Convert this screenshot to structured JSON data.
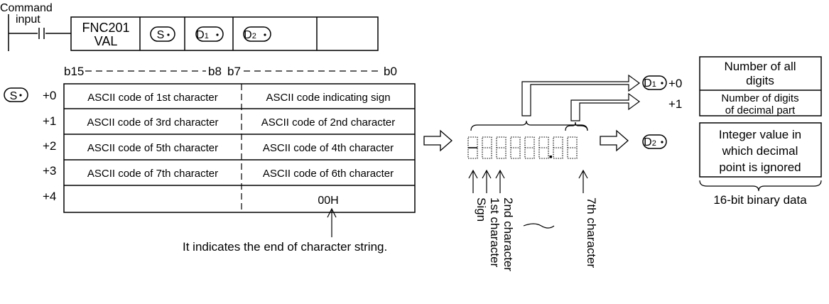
{
  "ladder": {
    "contact_label": [
      "Command",
      "input"
    ],
    "instruction": [
      "FNC201",
      "VAL"
    ],
    "operand_s": "S",
    "operand_d1_letter": "D",
    "operand_d1_sub": "1",
    "operand_d2_letter": "D",
    "operand_d2_sub": "2"
  },
  "bit_header": {
    "b15": "b15",
    "b8": "b8",
    "b7": "b7",
    "b0": "b0"
  },
  "source_table": {
    "operand": "S",
    "offsets": [
      "+0",
      "+1",
      "+2",
      "+3",
      "+4"
    ],
    "high_bytes": [
      "ASCII code of 1st character",
      "ASCII code of 3rd character",
      "ASCII code of 5th character",
      "ASCII code of 7th character",
      ""
    ],
    "low_bytes": [
      "ASCII code indicating sign",
      "ASCII code of 2nd character",
      "ASCII code of 4th character",
      "ASCII code of 6th character",
      "00H"
    ],
    "end_note": "It indicates the end of character string."
  },
  "display": {
    "digit_count": 8,
    "decimal_point_after_digit": 6,
    "labels": [
      "Sign",
      "1st character",
      "2nd character",
      "7th character"
    ]
  },
  "d1_table": {
    "operand_letter": "D",
    "operand_sub": "1",
    "offsets": [
      "+0",
      "+1"
    ],
    "rows": [
      [
        "Number of all",
        "digits"
      ],
      [
        "Number of digits",
        "of decimal part"
      ]
    ]
  },
  "d2_box": {
    "operand_letter": "D",
    "operand_sub": "2",
    "lines": [
      "Integer value in",
      "which decimal",
      "point is ignored"
    ],
    "caption": "16-bit binary data"
  }
}
